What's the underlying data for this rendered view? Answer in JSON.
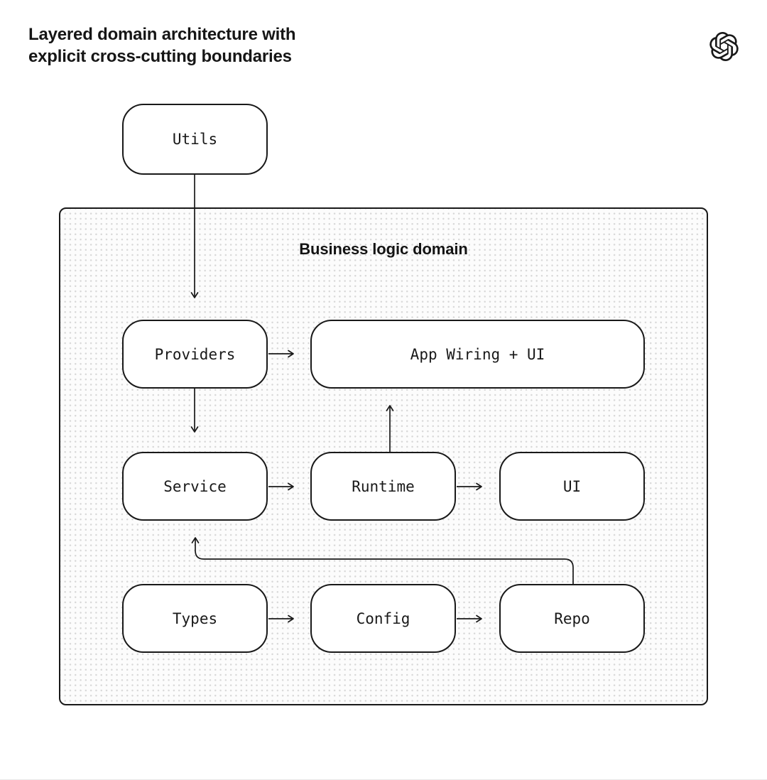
{
  "page": {
    "title": {
      "line1": "Layered domain architecture with",
      "line2": "explicit cross-cutting boundaries"
    },
    "logo": "openai-logo"
  },
  "diagram": {
    "domain": {
      "label": "Business logic domain"
    },
    "nodes": {
      "utils": {
        "label": "Utils"
      },
      "providers": {
        "label": "Providers"
      },
      "app_wiring": {
        "label": "App Wiring + UI"
      },
      "service": {
        "label": "Service"
      },
      "runtime": {
        "label": "Runtime"
      },
      "ui": {
        "label": "UI"
      },
      "types": {
        "label": "Types"
      },
      "config": {
        "label": "Config"
      },
      "repo": {
        "label": "Repo"
      }
    },
    "edges": [
      {
        "from": "Utils",
        "to": "Providers"
      },
      {
        "from": "Providers",
        "to": "App Wiring + UI"
      },
      {
        "from": "Providers",
        "to": "Service"
      },
      {
        "from": "Runtime",
        "to": "App Wiring + UI"
      },
      {
        "from": "Service",
        "to": "Runtime"
      },
      {
        "from": "Runtime",
        "to": "UI"
      },
      {
        "from": "Types",
        "to": "Config"
      },
      {
        "from": "Config",
        "to": "Repo"
      },
      {
        "from": "Repo",
        "to": "Service"
      }
    ],
    "colors": {
      "stroke": "#191919",
      "node_fill": "#ffffff",
      "domain_fill": "#fcfcfc",
      "domain_dot": "#d8d8d8",
      "page_background": "#ffffff"
    }
  }
}
